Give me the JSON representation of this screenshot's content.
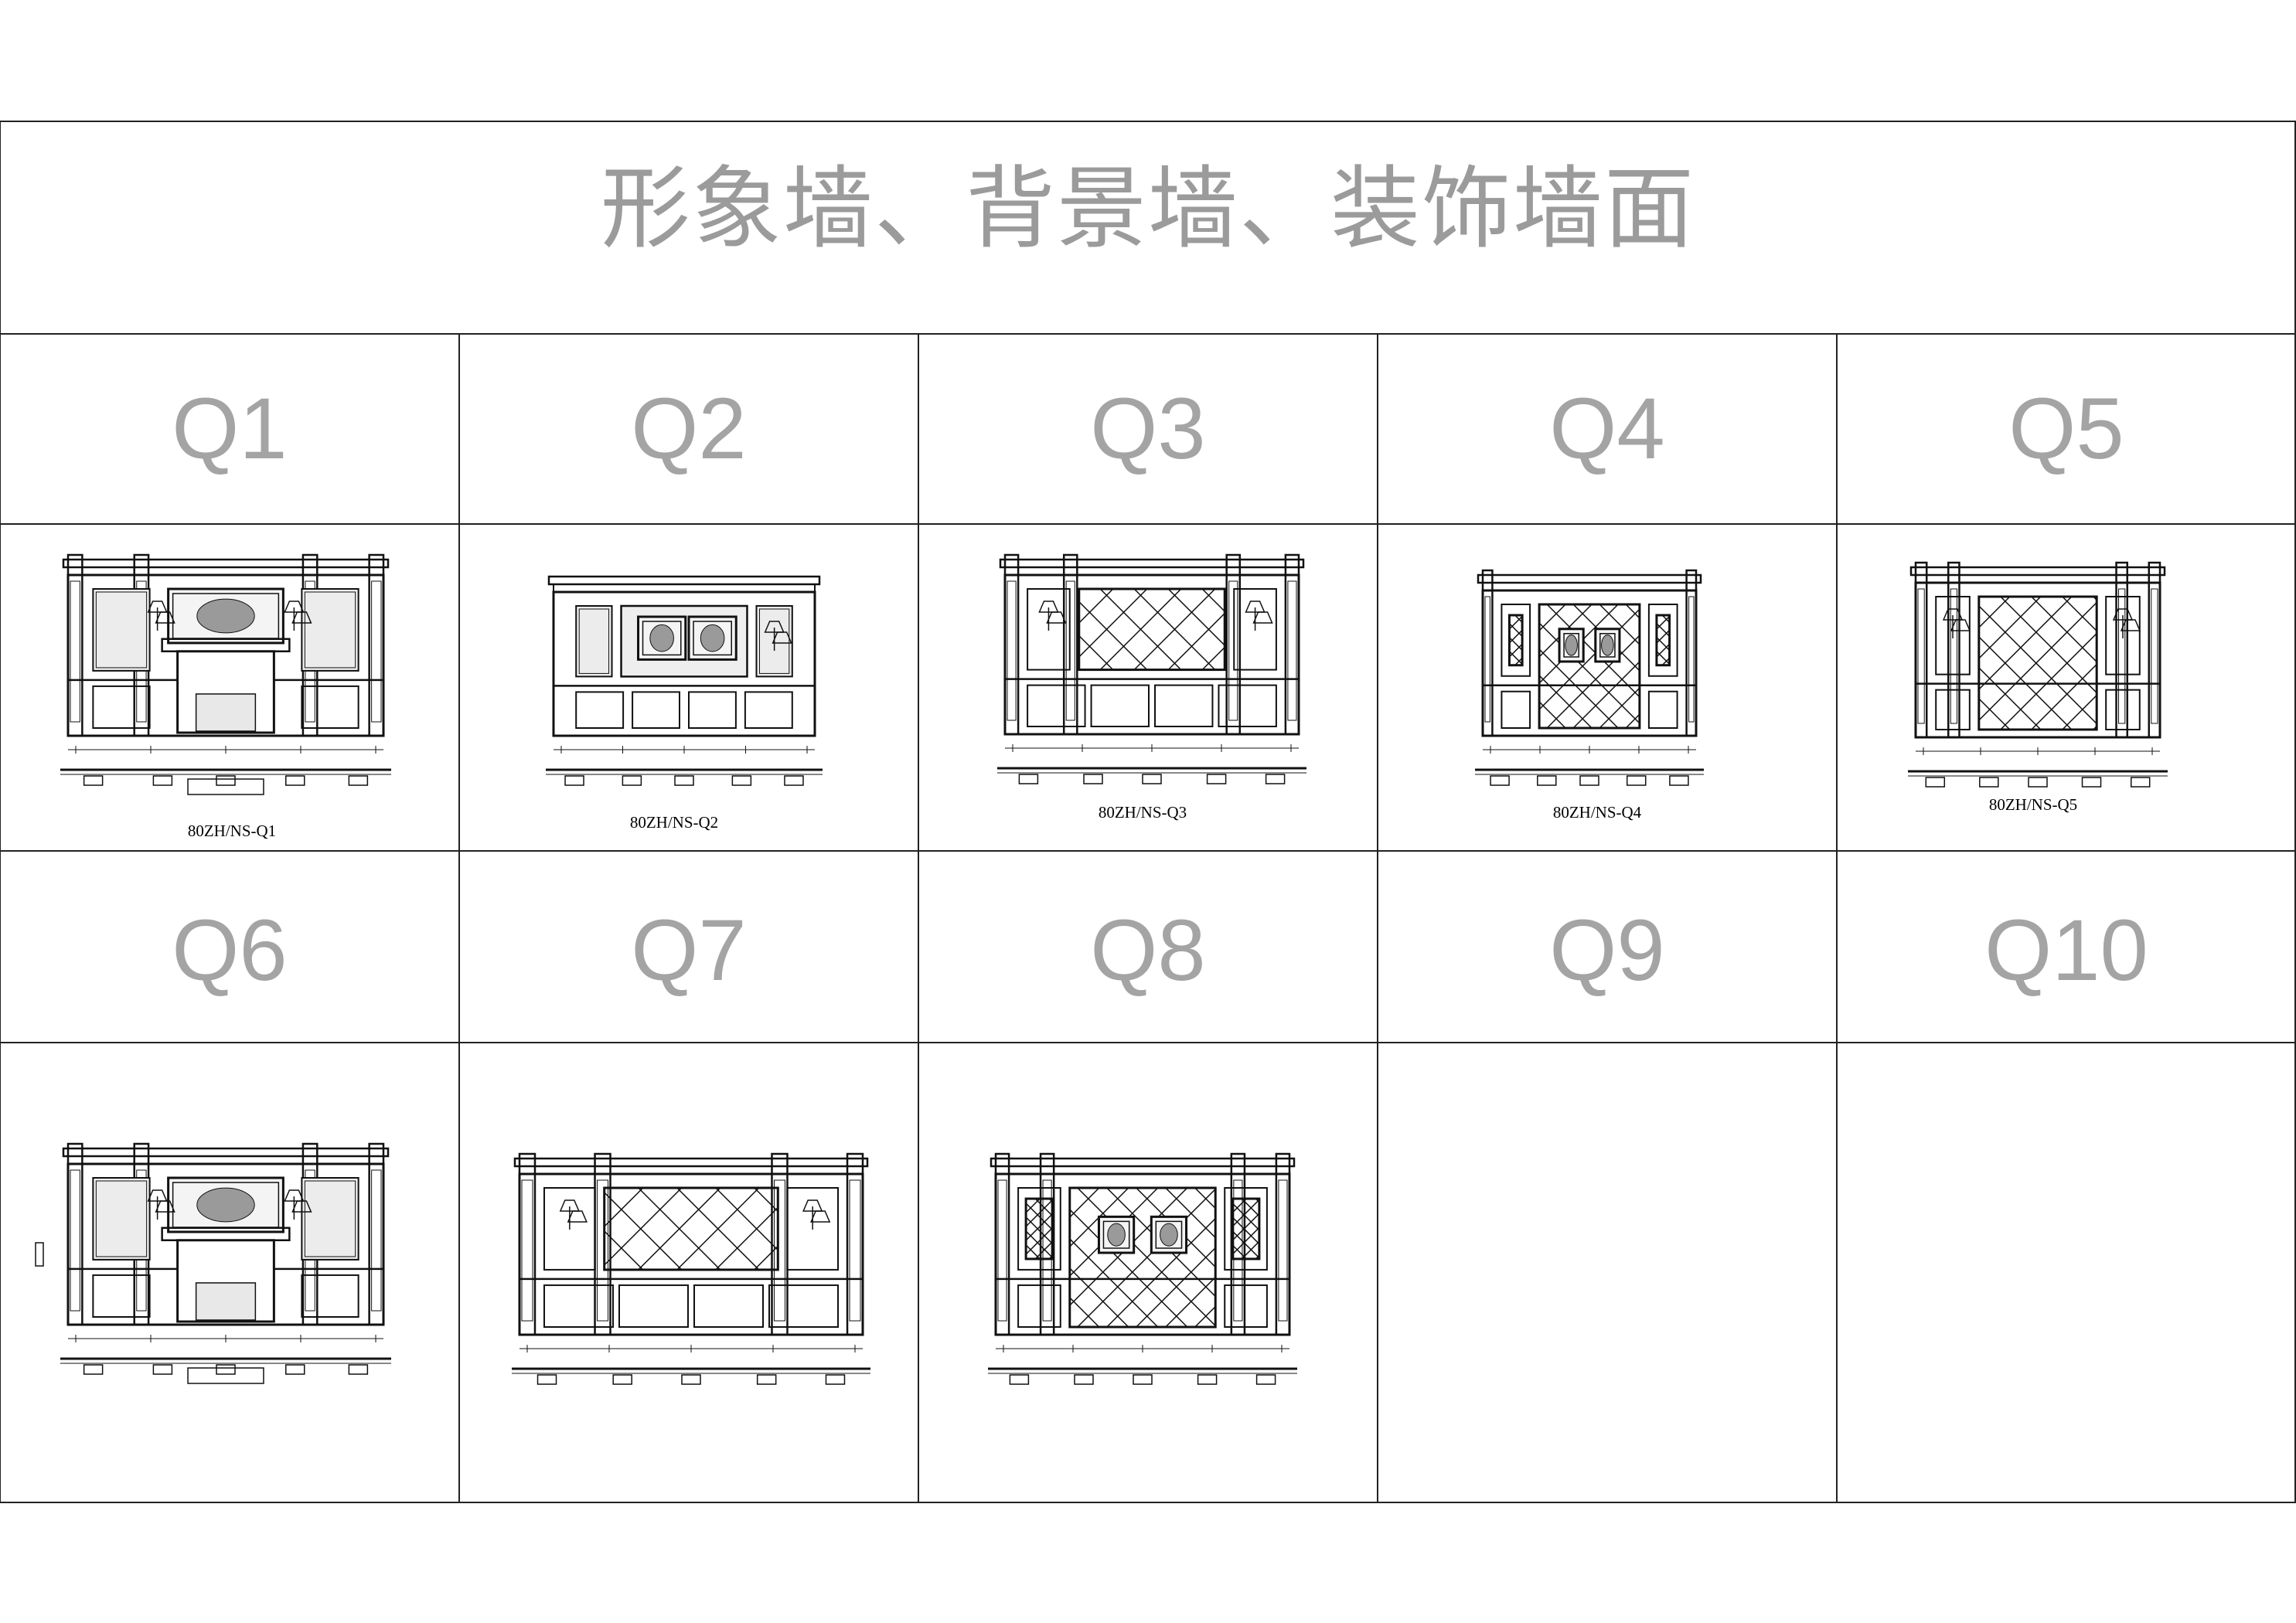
{
  "title": "形象墙、背景墙、装饰墙面",
  "grid": {
    "row1": [
      "Q1",
      "Q2",
      "Q3",
      "Q4",
      "Q5"
    ],
    "row2": [
      "Q6",
      "Q7",
      "Q8",
      "Q9",
      "Q10"
    ]
  },
  "drawing_codes": {
    "q1": "80ZH/NS-Q1",
    "q2": "80ZH/NS-Q2",
    "q3": "80ZH/NS-Q3",
    "q4": "80ZH/NS-Q4",
    "q5": "80ZH/NS-Q5"
  },
  "colors": {
    "grid_line": "#222222",
    "title_text": "#9b9b9b",
    "label_text": "#a4a4a4"
  }
}
